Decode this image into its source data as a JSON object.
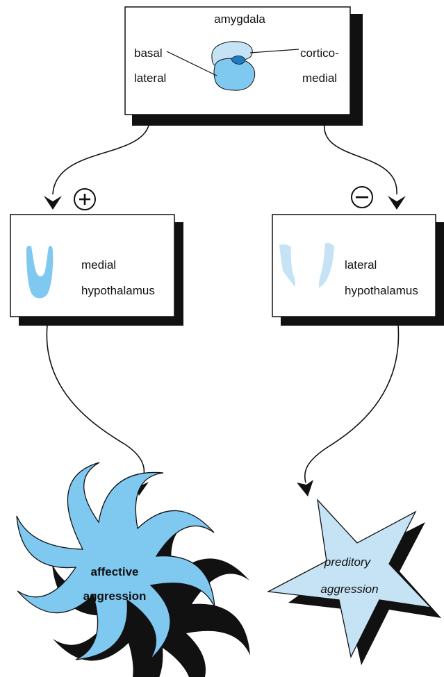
{
  "amygdala": {
    "title": "amygdala",
    "basal_line1": "basal",
    "basal_line2": "lateral",
    "cortico_line1": "cortico-",
    "cortico_line2": "medial"
  },
  "medial_box": {
    "line1": "medial",
    "line2": "hypothalamus"
  },
  "lateral_box": {
    "line1": "lateral",
    "line2": "hypothalamus"
  },
  "signs": {
    "excite": "+",
    "inhibit": "−"
  },
  "affective": {
    "line1": "affective",
    "line2": "aggression"
  },
  "predatory": {
    "line1": "preditory",
    "line2": "aggression"
  },
  "colors": {
    "light_blue": "#7fc8f0",
    "pale_blue": "#c5e3f5",
    "dark_blue": "#1f7cc4",
    "shadow": "#111111"
  },
  "icons": [
    "plus-circle-icon",
    "minus-circle-icon",
    "arrowhead-icon"
  ]
}
